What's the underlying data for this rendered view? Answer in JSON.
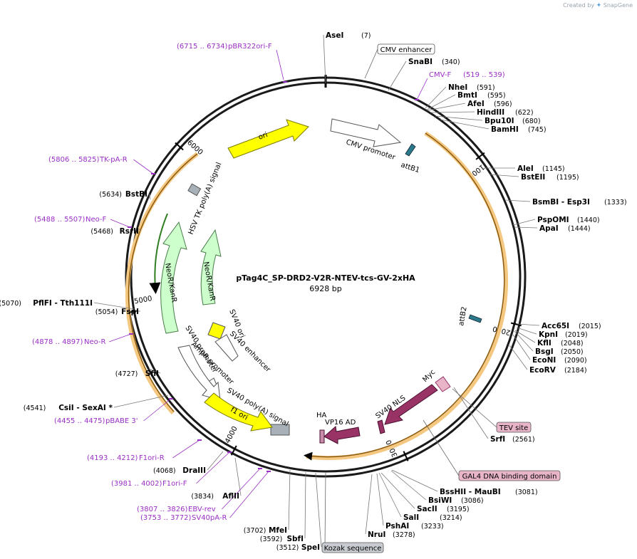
{
  "watermark": {
    "prefix": "Created by",
    "brand": "SnapGene"
  },
  "plasmid": {
    "name": "pTag4C_SP-DRD2-V2R-NTEV-tcs-GV-2xHA",
    "size": "6928 bp",
    "length": 6928
  },
  "ticks": [
    "1000",
    "2000",
    "3000",
    "4000",
    "5000",
    "6000"
  ],
  "enzymes": [
    {
      "name": "AseI",
      "pos": "(7)"
    },
    {
      "name": "SnaBI",
      "pos": "(340)"
    },
    {
      "name": "NheI",
      "pos": "(591)"
    },
    {
      "name": "BmtI",
      "pos": "(595)"
    },
    {
      "name": "AfeI",
      "pos": "(596)"
    },
    {
      "name": "HindIII",
      "pos": "(622)"
    },
    {
      "name": "Bpu10I",
      "pos": "(680)"
    },
    {
      "name": "BamHI",
      "pos": "(745)"
    },
    {
      "name": "AleI",
      "pos": "(1145)"
    },
    {
      "name": "BstEII",
      "pos": "(1195)"
    },
    {
      "name": "BsmBI",
      "extra": " - Esp3I",
      "pos": "(1333)"
    },
    {
      "name": "PspOMI",
      "pos": "(1440)"
    },
    {
      "name": "ApaI",
      "pos": "(1444)"
    },
    {
      "name": "Acc65I",
      "pos": "(2015)"
    },
    {
      "name": "KpnI",
      "pos": "(2019)"
    },
    {
      "name": "KflI",
      "pos": "(2048)"
    },
    {
      "name": "BsgI",
      "pos": "(2050)"
    },
    {
      "name": "EcoNI",
      "pos": "(2090)"
    },
    {
      "name": "EcoRV",
      "pos": "(2184)"
    },
    {
      "name": "SrfI",
      "pos": "(2561)"
    },
    {
      "name": "BssHII",
      "extra": " - MauBI",
      "pos": "(3081)"
    },
    {
      "name": "BsiWI",
      "pos": "(3086)"
    },
    {
      "name": "SacII",
      "pos": "(3195)"
    },
    {
      "name": "SalI",
      "pos": "(3214)"
    },
    {
      "name": "PshAI",
      "pos": "(3233)"
    },
    {
      "name": "NruI",
      "pos": "(3278)"
    },
    {
      "name": "SpeI",
      "pos": "(3512)"
    },
    {
      "name": "SbfI",
      "pos": "(3592)"
    },
    {
      "name": "MfeI",
      "pos": "(3702)"
    },
    {
      "name": "AflII",
      "pos": "(3834)"
    },
    {
      "name": "DraIII",
      "pos": "(4068)"
    },
    {
      "name": "CsiI",
      "extra": " - SexAI *",
      "pos": "(4541)"
    },
    {
      "name": "SfiI",
      "pos": "(4727)"
    },
    {
      "name": "FspI",
      "pos": "(5054)"
    },
    {
      "name": "PflFI",
      "extra": " - Tth111I",
      "pos": "(5070)"
    },
    {
      "name": "RsrII",
      "pos": "(5468)"
    },
    {
      "name": "BstBI",
      "pos": "(5634)"
    }
  ],
  "primers": [
    {
      "range": "(6715 .. 6734)",
      "name": "pBR322ori-F"
    },
    {
      "range": "(519 .. 539)",
      "name": "CMV-F"
    },
    {
      "range": "(5806 .. 5825)",
      "name": "TK-pA-R"
    },
    {
      "range": "(5488 .. 5507)",
      "name": "Neo-F"
    },
    {
      "range": "(4878 .. 4897)",
      "name": "Neo-R"
    },
    {
      "range": "(4455 .. 4475)",
      "name": "pBABE 3'"
    },
    {
      "range": "(4193 .. 4212)",
      "name": "F1ori-R"
    },
    {
      "range": "(3981 .. 4002)",
      "name": "F1ori-F"
    },
    {
      "range": "(3807 .. 3826)",
      "name": "EBV-rev"
    },
    {
      "range": "(3753 .. 3772)",
      "name": "SV40pA-R"
    }
  ],
  "boxed_labels": [
    "CMV enhancer",
    "TEV site",
    "GAL4 DNA binding domain",
    "Kozak sequence"
  ],
  "features": [
    "ori",
    "CMV promoter",
    "attB1",
    "attB2",
    "HSV TK poly(A) signal",
    "NeoR/KanR",
    "NeoR/KanR",
    "SV40 ori",
    "SV40 enhancer",
    "AmpR promoter",
    "SV40 promoter",
    "SV40 poly(A) signal",
    "f1 ori",
    "Myc",
    "SV40 NLS",
    "VP16 AD",
    "HA"
  ],
  "colors": {
    "ori": "#ffff00",
    "neo": "#ccffcc",
    "gal4": "#993366",
    "orf_band": "#f5c882",
    "grey_feature": "#a8b0b8",
    "primer": "#9a2fc4",
    "boxed_pink": "#e8b4c8"
  }
}
